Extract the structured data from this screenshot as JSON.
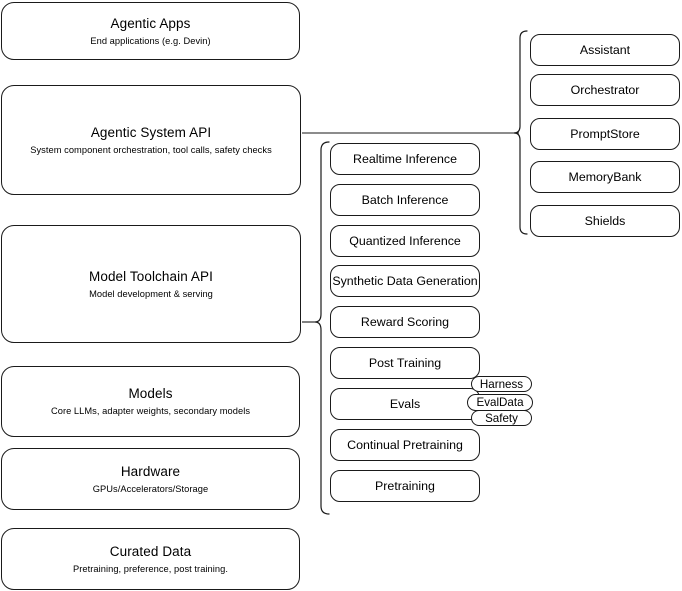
{
  "diagram": {
    "title": "Agentic stack layered architecture diagram",
    "stroke_color": "#1a1a1a",
    "background_color": "#ffffff",
    "stack_layers": [
      {
        "title": "Agentic Apps",
        "subtitle": "End applications (e.g. Devin)"
      },
      {
        "title": "Agentic System API",
        "subtitle": "System component orchestration, tool calls, safety checks"
      },
      {
        "title": "Model Toolchain API",
        "subtitle": "Model development & serving"
      },
      {
        "title": "Models",
        "subtitle": "Core LLMs, adapter weights, secondary models"
      },
      {
        "title": "Hardware",
        "subtitle": "GPUs/Accelerators/Storage"
      },
      {
        "title": "Curated Data",
        "subtitle": "Pretraining, preference, post training."
      }
    ],
    "toolchain_items": [
      {
        "label": "Realtime Inference"
      },
      {
        "label": "Batch Inference"
      },
      {
        "label": "Quantized Inference"
      },
      {
        "label": "Synthetic Data Generation"
      },
      {
        "label": "Reward Scoring"
      },
      {
        "label": "Post Training"
      },
      {
        "label": "Evals"
      },
      {
        "label": "Continual Pretraining"
      },
      {
        "label": "Pretraining"
      }
    ],
    "system_api_items": [
      {
        "label": "Assistant"
      },
      {
        "label": "Orchestrator"
      },
      {
        "label": "PromptStore"
      },
      {
        "label": "MemoryBank"
      },
      {
        "label": "Shields"
      }
    ],
    "eval_badges": [
      {
        "label": "Harness"
      },
      {
        "label": "EvalData"
      },
      {
        "label": "Safety"
      }
    ]
  }
}
